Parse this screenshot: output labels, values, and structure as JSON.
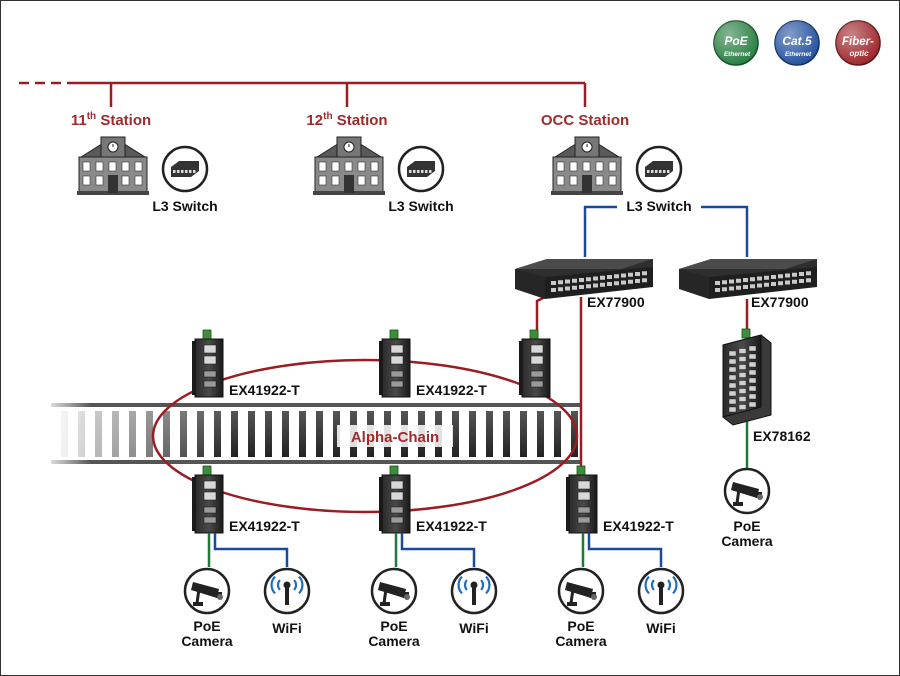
{
  "badges": [
    {
      "name": "poe",
      "line1": "PoE",
      "line2": "Ethernet",
      "color": "#1f7a3a"
    },
    {
      "name": "cat5",
      "line1": "Cat.5",
      "line2": "Ethernet",
      "color": "#1b4a9c"
    },
    {
      "name": "fiber",
      "line1": "Fiber-",
      "line2": "optic",
      "color": "#9a1d22"
    }
  ],
  "stations": [
    {
      "name": "11th",
      "label_main": "11",
      "label_sup": "th",
      "label_rest": " Station",
      "switch_label": "L3 Switch"
    },
    {
      "name": "12th",
      "label_main": "12",
      "label_sup": "th",
      "label_rest": " Station",
      "switch_label": "L3 Switch"
    },
    {
      "name": "occ",
      "label_main": "OCC Station",
      "label_sup": "",
      "label_rest": "",
      "switch_label": "L3 Switch"
    }
  ],
  "core_switches": [
    {
      "label": "EX77900"
    },
    {
      "label": "EX77900"
    }
  ],
  "edge_switch": {
    "label": "EX78162"
  },
  "ring_label": "Alpha-Chain",
  "top_nodes": [
    {
      "label": "EX41922-T"
    },
    {
      "label": "EX41922-T"
    }
  ],
  "bottom_nodes": [
    {
      "label": "EX41922-T"
    },
    {
      "label": "EX41922-T"
    },
    {
      "label": "EX41922-T"
    }
  ],
  "devices": {
    "camera_line1": "PoE",
    "camera_line2": "Camera",
    "wifi": "WiFi"
  },
  "colors": {
    "fiber": "#9a1d22",
    "cat5": "#1b4a9c",
    "poe": "#1f7a3a",
    "station_text": "#a12a2a"
  }
}
